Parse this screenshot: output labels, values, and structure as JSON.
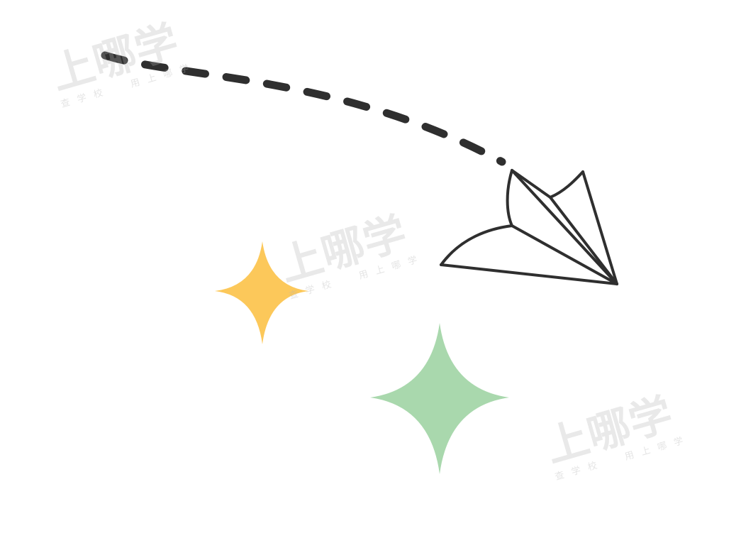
{
  "colors": {
    "background": "#ffffff",
    "line": "#2f2f2f",
    "star_yellow": "#fcc85a",
    "star_green": "#a9d8ad",
    "watermark": "#b4b4b4"
  },
  "icons": [
    "paper-plane-icon",
    "dashed-flight-path",
    "sparkle-star-yellow-icon",
    "sparkle-star-green-icon"
  ],
  "watermarks": [
    {
      "main": "上哪学",
      "sub": "查学校  用上哪学"
    },
    {
      "main": "上哪学",
      "sub": "查学校  用上哪学"
    },
    {
      "main": "上哪学",
      "sub": "查学校  用上哪学"
    }
  ]
}
